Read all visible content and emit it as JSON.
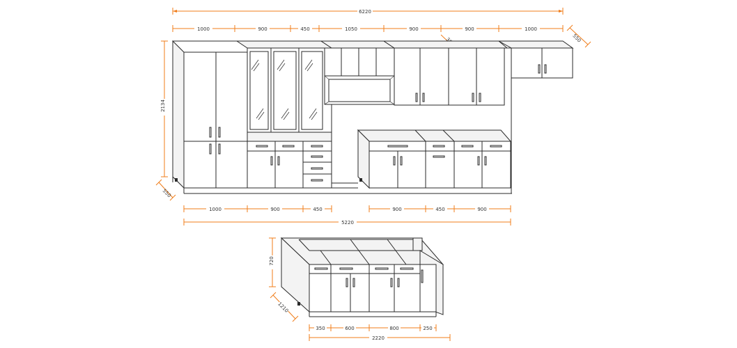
{
  "diagram": {
    "accent_color": "#f07d1a",
    "line_color": "#2a2a2a",
    "wall_unit": {
      "overall_width": "6220",
      "top_segments": [
        "1000",
        "900",
        "450",
        "1050",
        "900",
        "900",
        "1000"
      ],
      "height": "2134",
      "depth": "550",
      "top_depth": "550",
      "upper_depth": "365",
      "bottom_left_segments": [
        "1000",
        "900",
        "450"
      ],
      "bottom_right_segments": [
        "900",
        "450",
        "900"
      ],
      "bottom_total": "5220"
    },
    "island": {
      "height": "720",
      "depth": "1210",
      "segments": [
        "350",
        "600",
        "800",
        "250"
      ],
      "total": "2220"
    }
  }
}
